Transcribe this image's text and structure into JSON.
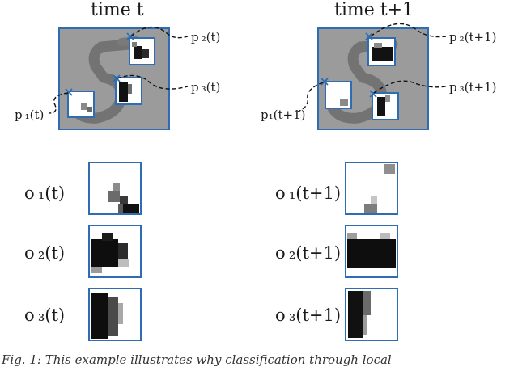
{
  "panels": [
    {
      "id": "t",
      "title": "time t",
      "point_labels": [
        "p ₁(t)",
        "p ₂(t)",
        "p ₃(t)"
      ],
      "patch_labels": [
        "o ₁(t)",
        "o ₂(t)",
        "o ₃(t)"
      ]
    },
    {
      "id": "t1",
      "title": "time t+1",
      "point_labels": [
        "p₁(t+1)",
        "p ₂(t+1)",
        "p ₃(t+1)"
      ],
      "patch_labels": [
        "o ₁(t+1)",
        "o ₂(t+1)",
        "o ₃(t+1)"
      ]
    }
  ],
  "caption": "Fig. 1: This example illustrates why classification through local",
  "colors": {
    "frame": "#2e6db4",
    "canvas": "#9b9b9b",
    "marker": "#2e6db4"
  }
}
